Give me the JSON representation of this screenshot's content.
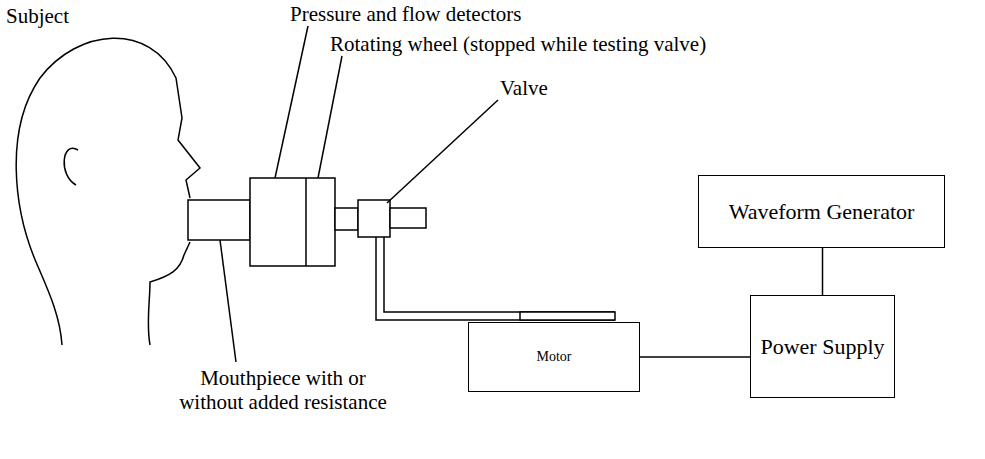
{
  "diagram": {
    "nodes": [
      {
        "text": [
          "Waveform Generator"
        ]
      },
      {
        "text": [
          "Power Supply"
        ]
      },
      {
        "text": [
          "Motor"
        ]
      }
    ],
    "edges": [
      {
        "from": 0,
        "to": 1,
        "arrow": "none"
      },
      {
        "from": 2,
        "to": 1,
        "arrow": "none"
      }
    ],
    "labels": [
      "Subject",
      "Pressure and flow detectors",
      "Rotating wheel (stopped while testing valve)",
      "Valve",
      "Mouthpiece with or without added resistance"
    ]
  }
}
